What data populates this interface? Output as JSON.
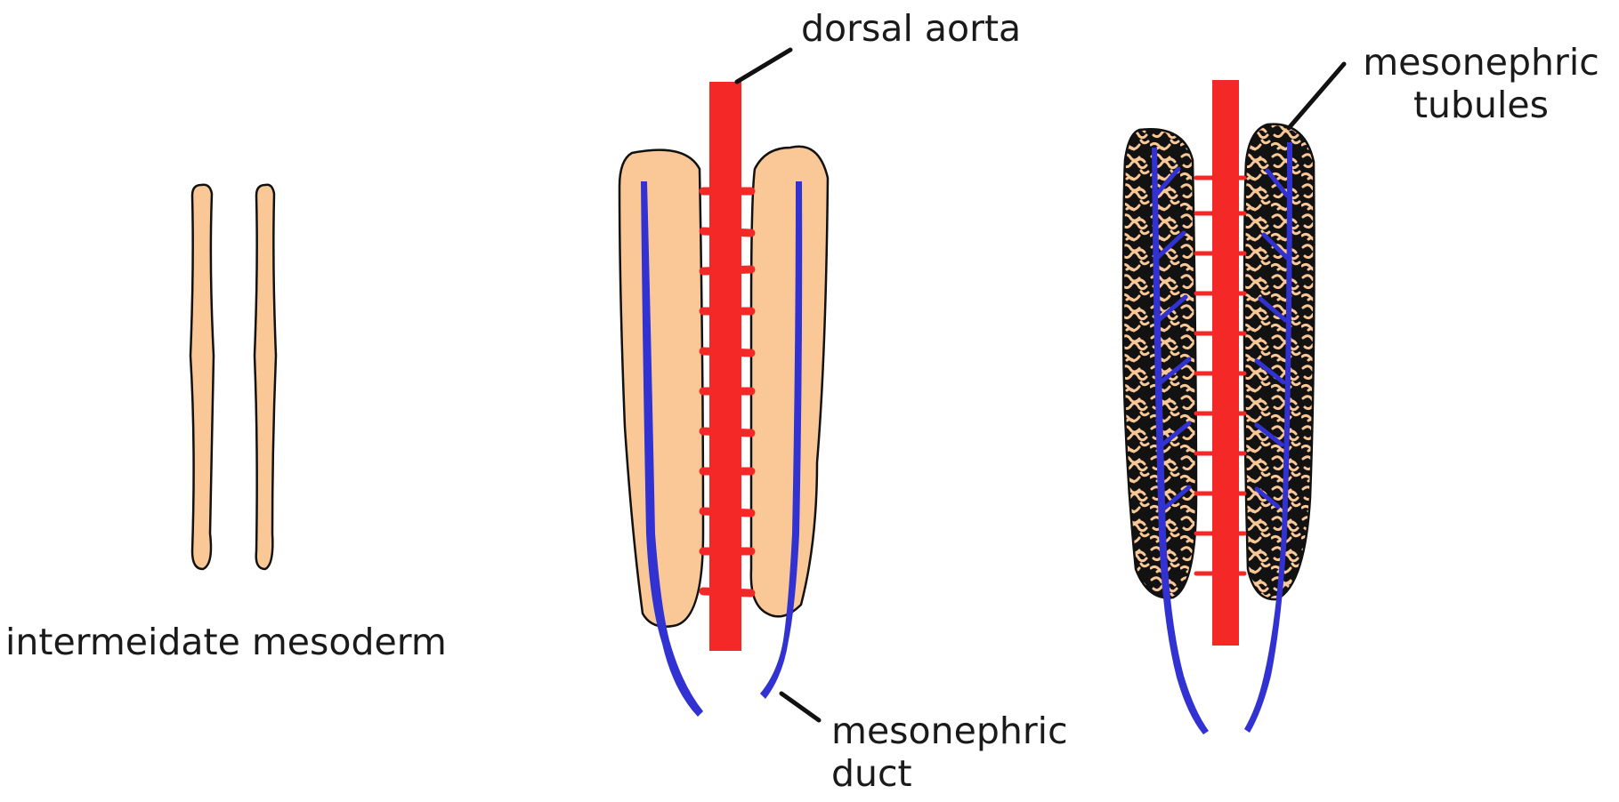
{
  "labels": {
    "intermediate": "intermeidate mesoderm",
    "aorta": "dorsal aorta",
    "tubules_line1": "mesonephric",
    "tubules_line2": "tubules",
    "duct_line1": "mesonephric",
    "duct_line2": "duct"
  },
  "colors": {
    "mesoderm": "#fac896",
    "aorta": "#f52828",
    "duct": "#3232d2",
    "outline": "#111111",
    "tubule_fill": "#121212"
  }
}
